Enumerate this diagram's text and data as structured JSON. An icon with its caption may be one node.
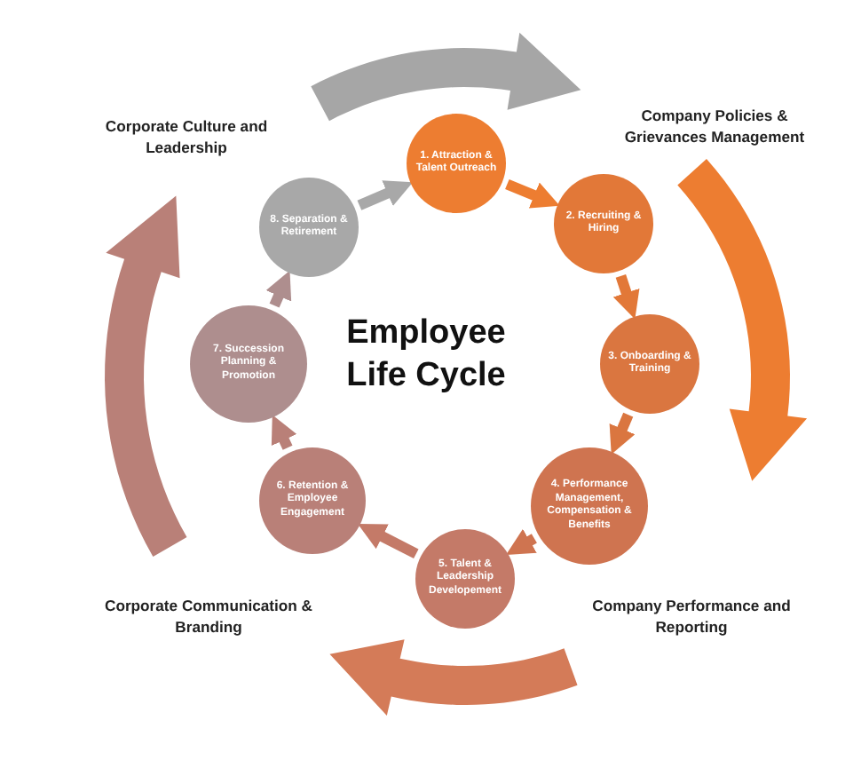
{
  "diagram": {
    "title": "Employee Life Cycle",
    "nodes": [
      {
        "text": [
          "1. Attraction & Talent Outreach"
        ]
      },
      {
        "text": [
          "2. Recruiting & Hiring"
        ]
      },
      {
        "text": [
          "3. Onboarding & Training"
        ]
      },
      {
        "text": [
          "4. Performance Management, Compensation & Benefits"
        ]
      },
      {
        "text": [
          "5. Talent & Leadership Developement"
        ]
      },
      {
        "text": [
          "6. Retention & Employee Engagement"
        ]
      },
      {
        "text": [
          "7. Succession Planning & Promotion"
        ]
      },
      {
        "text": [
          "8. Separation & Retirement"
        ]
      }
    ],
    "edges": [
      {
        "from": 0,
        "to": 1,
        "arrow": "to",
        "color": "#ed7d31"
      },
      {
        "from": 1,
        "to": 2,
        "arrow": "to",
        "color": "#e27838"
      },
      {
        "from": 2,
        "to": 3,
        "arrow": "to",
        "color": "#da7640"
      },
      {
        "from": 3,
        "to": 4,
        "arrow": "to",
        "color": "#cf7450"
      },
      {
        "from": 4,
        "to": 5,
        "arrow": "to",
        "color": "#c47a68"
      },
      {
        "from": 5,
        "to": 6,
        "arrow": "to",
        "color": "#b98078"
      },
      {
        "from": 6,
        "to": 7,
        "arrow": "to",
        "color": "#ae8e8e"
      },
      {
        "from": 7,
        "to": 0,
        "arrow": "to",
        "color": "#a8a8a8"
      }
    ],
    "labels": [
      "Corporate Culture and Leadership",
      "Company Policies & Grievances Management",
      "Corporate Communication & Branding",
      "Company Performance and Reporting"
    ]
  }
}
